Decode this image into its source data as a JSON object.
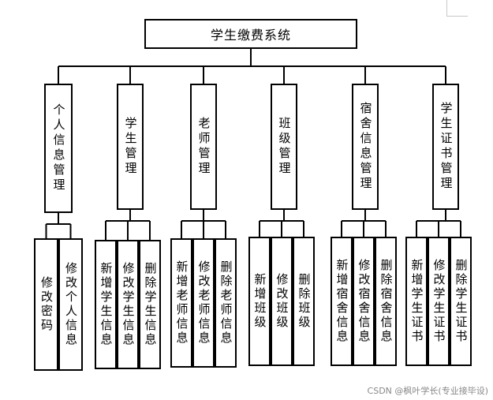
{
  "root": {
    "label": "学生缴费系统"
  },
  "modules": [
    {
      "label": "个人信息管理",
      "children": [
        "修改密码",
        "修改个人信息"
      ]
    },
    {
      "label": "学生管理",
      "children": [
        "新增学生信息",
        "修改学生信息",
        "删除学生信息"
      ]
    },
    {
      "label": "老师管理",
      "children": [
        "新增老师信息",
        "修改老师信息",
        "删除老师信息"
      ]
    },
    {
      "label": "班级管理",
      "children": [
        "新增班级",
        "修改班级",
        "删除班级"
      ]
    },
    {
      "label": "宿舍信息管理",
      "children": [
        "新增宿舍信息",
        "修改宿舍信息",
        "删除宿舍信息"
      ]
    },
    {
      "label": "学生证书管理",
      "children": [
        "新增学生证书",
        "修改学生证书",
        "删除学生证书"
      ]
    }
  ],
  "watermark": "CSDN @枫叶学长(专业接毕设)"
}
